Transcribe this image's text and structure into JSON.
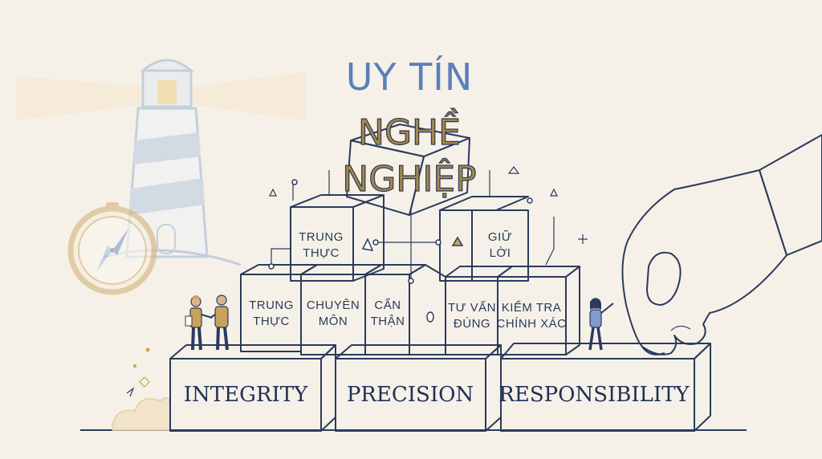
{
  "title": {
    "line1": "UY TÍN",
    "line2": "NGHỀ",
    "line3": "NGHIỆP"
  },
  "cubes": {
    "top_left": "TRUNG THỰC",
    "top_left_lines": [
      "TRUNG",
      "THỰC"
    ],
    "top_right_lines": [
      "GIỮ",
      "LỜI"
    ],
    "mid_1_lines": [
      "TRUNG",
      "THỰC"
    ],
    "mid_2_lines": [
      "CHUYÊN",
      "MÔN"
    ],
    "mid_3_lines": [
      "CẨN",
      "THẬN"
    ],
    "mid_4_lines": [
      "TƯ VẤN",
      "ĐÚNG"
    ],
    "mid_5_lines": [
      "KIỂM TRA",
      "CHÍNH XÁC"
    ]
  },
  "base": {
    "left": "INTEGRITY",
    "center": "PRECISION",
    "right": "RESPONSIBILITY"
  },
  "colors": {
    "navy": "#2b3a5c",
    "blue": "#a9c0e0",
    "light_blue": "#d6e2f1",
    "gold": "#c9a35a",
    "beige": "#e8dcc3",
    "background": "#f5f1e8"
  },
  "icons": [
    "lighthouse-icon",
    "compass-icon",
    "handshake-people-icon",
    "waving-woman-icon",
    "hand-icon"
  ]
}
